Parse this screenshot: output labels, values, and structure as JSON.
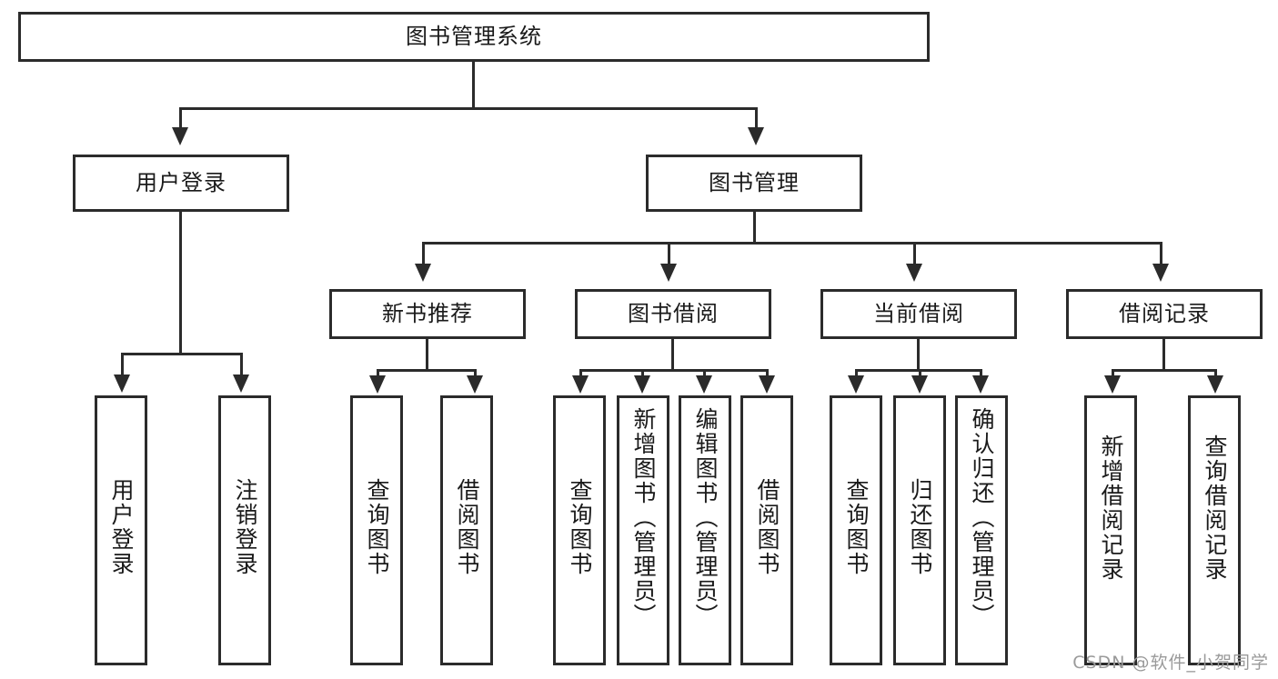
{
  "diagram": {
    "type": "tree-hierarchy",
    "title": "图书管理系统",
    "watermark": "CSDN @软件_小贺同学",
    "colors": {
      "stroke": "#2b2b2b",
      "fill": "#ffffff",
      "text": "#1a1a1a",
      "watermark": "#9a9a9a"
    },
    "levels": [
      {
        "level": 1,
        "nodes": [
          {
            "id": "root",
            "label": "图书管理系统",
            "orientation": "horizontal"
          }
        ]
      },
      {
        "level": 2,
        "nodes": [
          {
            "id": "login",
            "label": "用户登录",
            "orientation": "horizontal",
            "parent": "root"
          },
          {
            "id": "bookmgmt",
            "label": "图书管理",
            "orientation": "horizontal",
            "parent": "root"
          }
        ]
      },
      {
        "level": 3,
        "nodes": [
          {
            "id": "newbook",
            "label": "新书推荐",
            "orientation": "horizontal",
            "parent": "bookmgmt"
          },
          {
            "id": "borrow",
            "label": "图书借阅",
            "orientation": "horizontal",
            "parent": "bookmgmt"
          },
          {
            "id": "current",
            "label": "当前借阅",
            "orientation": "horizontal",
            "parent": "bookmgmt"
          },
          {
            "id": "records",
            "label": "借阅记录",
            "orientation": "horizontal",
            "parent": "bookmgmt"
          }
        ]
      },
      {
        "level": 4,
        "nodes": [
          {
            "id": "leaf1",
            "label": "用户登录",
            "orientation": "vertical",
            "parent": "login"
          },
          {
            "id": "leaf2",
            "label": "注销登录",
            "orientation": "vertical",
            "parent": "login"
          },
          {
            "id": "leaf3",
            "label": "查询图书",
            "orientation": "vertical",
            "parent": "newbook"
          },
          {
            "id": "leaf4",
            "label": "借阅图书",
            "orientation": "vertical",
            "parent": "newbook"
          },
          {
            "id": "leaf5",
            "label": "查询图书",
            "orientation": "vertical",
            "parent": "borrow"
          },
          {
            "id": "leaf6",
            "label": "新增图书（管理员）",
            "orientation": "vertical",
            "parent": "borrow"
          },
          {
            "id": "leaf7",
            "label": "编辑图书（管理员）",
            "orientation": "vertical",
            "parent": "borrow"
          },
          {
            "id": "leaf8",
            "label": "借阅图书",
            "orientation": "vertical",
            "parent": "borrow"
          },
          {
            "id": "leaf9",
            "label": "查询图书",
            "orientation": "vertical",
            "parent": "current"
          },
          {
            "id": "leaf10",
            "label": "归还图书",
            "orientation": "vertical",
            "parent": "current"
          },
          {
            "id": "leaf11",
            "label": "确认归还（管理员）",
            "orientation": "vertical",
            "parent": "current"
          },
          {
            "id": "leaf12",
            "label": "新增借阅记录",
            "orientation": "vertical",
            "parent": "records"
          },
          {
            "id": "leaf13",
            "label": "查询借阅记录",
            "orientation": "vertical",
            "parent": "records"
          }
        ]
      }
    ]
  }
}
